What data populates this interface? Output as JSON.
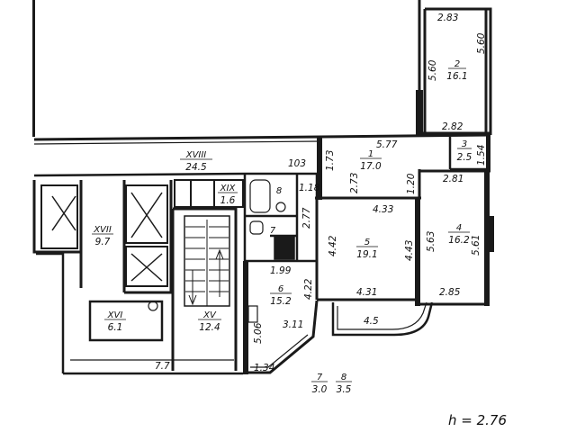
{
  "rooms": [
    {
      "id": "room-2",
      "number": "2",
      "area": "16.1"
    },
    {
      "id": "room-3",
      "number": "3",
      "area": "2.5"
    },
    {
      "id": "room-1",
      "number": "1",
      "area": "17.0"
    },
    {
      "id": "room-xviii",
      "number": "XVIII",
      "area": "24.5"
    },
    {
      "id": "room-xix",
      "number": "XIX",
      "area": "1.6"
    },
    {
      "id": "room-8",
      "number": "8",
      "area": ""
    },
    {
      "id": "room-7",
      "number": "7",
      "area": ""
    },
    {
      "id": "room-xvii",
      "number": "XVII",
      "area": "9.7"
    },
    {
      "id": "room-5",
      "number": "5",
      "area": "19.1"
    },
    {
      "id": "room-4",
      "number": "4",
      "area": "16.2"
    },
    {
      "id": "room-6",
      "number": "6",
      "area": "15.2"
    },
    {
      "id": "room-xvi",
      "number": "XVI",
      "area": "6.1"
    },
    {
      "id": "room-xv",
      "number": "XV",
      "area": "12.4"
    },
    {
      "id": "balcony-7",
      "number": "7",
      "area": "3.0"
    },
    {
      "id": "balcony-8",
      "number": "8",
      "area": "3.5"
    }
  ],
  "dimensions": [
    "2.83",
    "5.60",
    "5.60",
    "2.82",
    "5.77",
    "1.73",
    "1.54",
    "103",
    "2.73",
    "1.20",
    "2.81",
    "1.18",
    "2.77",
    "4.33",
    "4.42",
    "4.43",
    "5.63",
    "5.61",
    "1.99",
    "4.22",
    "4.31",
    "2.85",
    "4.5",
    "5.06",
    "3.11",
    "7.7",
    "1.34"
  ],
  "ceiling_height": "h = 2.76"
}
